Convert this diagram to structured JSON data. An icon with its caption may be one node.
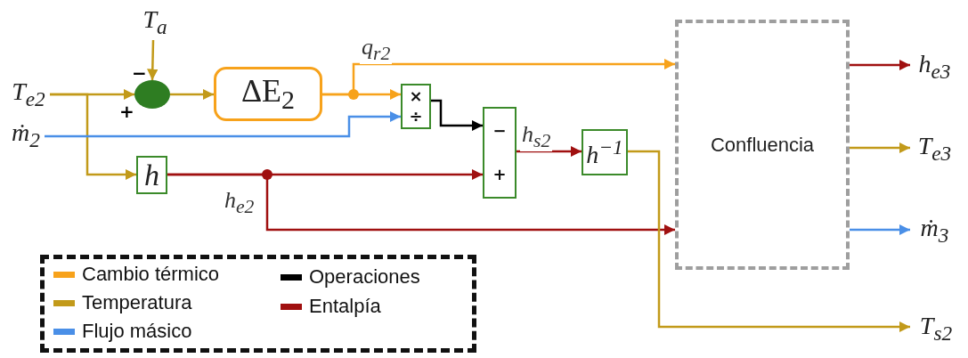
{
  "diagram": {
    "nodes": [
      {
        "text": [
          "T$_{a}$"
        ]
      },
      {
        "text": [
          "T$_{e2}$"
        ]
      },
      {
        "text": [
          "ṁ$_{2}$"
        ]
      },
      {
        "text": [],
        "shape": "ellipse"
      },
      {
        "text": [
          "ΔE$_{2}$"
        ]
      },
      {
        "text": [
          "×",
          "÷"
        ]
      },
      {
        "text": [
          "h"
        ]
      },
      {
        "text": [
          "−",
          "+"
        ]
      },
      {
        "text": [
          "h$^{−1}$"
        ]
      },
      {
        "text": [
          "Confluencia"
        ]
      },
      {
        "text": [
          "h$_{e3}$"
        ]
      },
      {
        "text": [
          "T$_{e3}$"
        ]
      },
      {
        "text": [
          "ṁ$_{3}$"
        ]
      },
      {
        "text": [
          "T$_{s2}$"
        ]
      }
    ],
    "edges": [
      {
        "from": 0,
        "to": 3,
        "arrow": "to"
      },
      {
        "from": 1,
        "to": 3,
        "arrow": "to"
      },
      {
        "from": 1,
        "to": 6,
        "arrow": "to"
      },
      {
        "from": 3,
        "to": 4,
        "arrow": "to"
      },
      {
        "from": 4,
        "to": 9,
        "arrow": "to",
        "label": "q$_{r2}$",
        "color": "#f7a21b"
      },
      {
        "from": 4,
        "to": 5,
        "arrow": "to",
        "color": "#f7a21b"
      },
      {
        "from": 2,
        "to": 5,
        "arrow": "to",
        "color": "#4a8fe7"
      },
      {
        "from": 5,
        "to": 7,
        "arrow": "to",
        "color": "#000000"
      },
      {
        "from": 6,
        "to": 7,
        "arrow": "to",
        "color": "#a01010"
      },
      {
        "from": 6,
        "to": 9,
        "arrow": "to",
        "label": "h$_{e2}$",
        "color": "#a01010"
      },
      {
        "from": 7,
        "to": 8,
        "arrow": "to",
        "label": "h$_{s2}$",
        "color": "#a01010"
      },
      {
        "from": 8,
        "to": 13,
        "arrow": "to"
      },
      {
        "from": 9,
        "to": 10,
        "arrow": "to",
        "color": "#a01010"
      },
      {
        "from": 9,
        "to": 11,
        "arrow": "to"
      },
      {
        "from": 9,
        "to": 12,
        "arrow": "to",
        "color": "#4a8fe7"
      }
    ],
    "labels": [
      "−",
      "+"
    ],
    "legend": [
      {
        "text": "Cambio térmico",
        "color": "#f7a21b"
      },
      {
        "text": "Temperatura",
        "color": "#c29a1a"
      },
      {
        "text": "Flujo másico",
        "color": "#4a8fe7"
      },
      {
        "text": "Operaciones",
        "color": "#000000"
      },
      {
        "text": "Entalpía",
        "color": "#a01010"
      }
    ]
  }
}
